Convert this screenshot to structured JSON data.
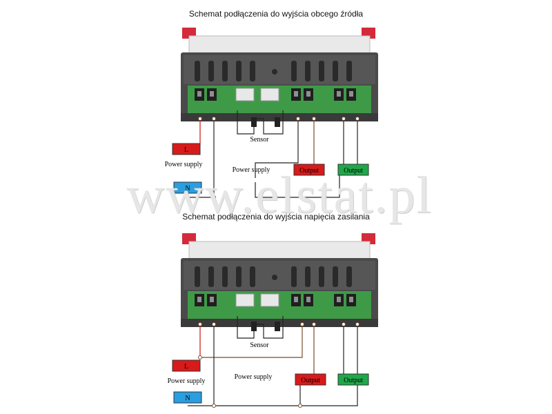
{
  "diagram1": {
    "title": "Schemat podłączenia do wyjścia obcego źródła",
    "sensor_label": "Sensor",
    "power_supply_label_left": "Power supply",
    "power_supply_label_center": "Power supply",
    "terminal_L": "L",
    "terminal_N": "N",
    "output1": "Output",
    "output2": "Output"
  },
  "diagram2": {
    "title": "Schemat podłączenia do wyjścia napięcia zasilania",
    "sensor_label": "Sensor",
    "power_supply_label_left": "Power supply",
    "power_supply_label_center": "Power supply",
    "terminal_L": "L",
    "terminal_N": "N",
    "output1": "Output",
    "output2": "Output"
  },
  "watermark": "www.elstat.pl",
  "colors": {
    "L_box": "#d91a1a",
    "N_box": "#2a9ee0",
    "output1_box": "#d91a1a",
    "output2_box": "#1fa84a",
    "wire_brown": "#7a4a2a",
    "wire_red": "#cc1111",
    "wire_black": "#222222"
  }
}
